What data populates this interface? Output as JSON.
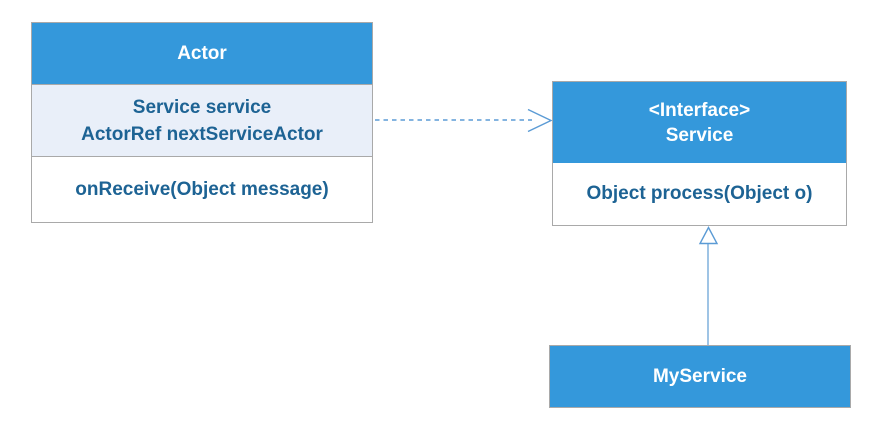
{
  "diagram": {
    "type": "uml-class-diagram",
    "colors": {
      "canvas_bg": "#ffffff",
      "header_fill": "#3498db",
      "header_text": "#ffffff",
      "attr_fill": "#e9eff9",
      "body_fill": "#ffffff",
      "body_text": "#1d6394",
      "border": "#a9a9a9",
      "connector": "#5b9bd5",
      "connector_light": "#7fb0dc"
    },
    "classes": {
      "actor": {
        "name": "Actor",
        "attributes": [
          "Service service",
          "ActorRef nextServiceActor"
        ],
        "methods": [
          "onReceive(Object message)"
        ]
      },
      "service": {
        "stereotype": "<Interface>",
        "name": "Service",
        "methods": [
          "Object process(Object o)"
        ]
      },
      "myservice": {
        "name": "MyService"
      }
    },
    "relations": [
      {
        "type": "dependency",
        "from": "Actor",
        "to": "Service",
        "line": "dashed",
        "arrowhead": "open"
      },
      {
        "type": "realization",
        "from": "MyService",
        "to": "Service",
        "line": "solid",
        "arrowhead": "hollow-triangle"
      }
    ]
  }
}
